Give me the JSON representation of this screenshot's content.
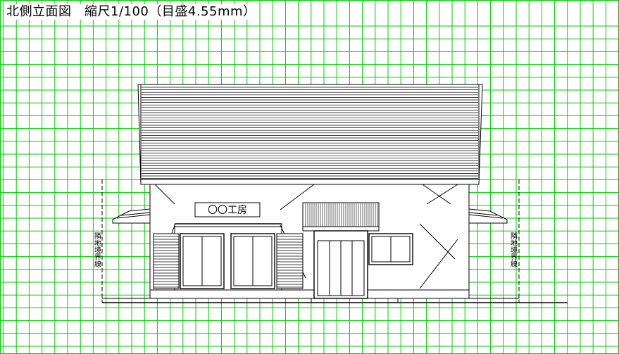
{
  "drawing": {
    "title": "北側立面図　縮尺1/100（目盛4.55mm）",
    "sign_text": "〇〇工房",
    "boundary_label_left": "隣地境界線",
    "boundary_label_right": "隣地境界線"
  },
  "colors": {
    "grid": "#00cc00",
    "ink": "#000000",
    "background": "#ffffff"
  }
}
